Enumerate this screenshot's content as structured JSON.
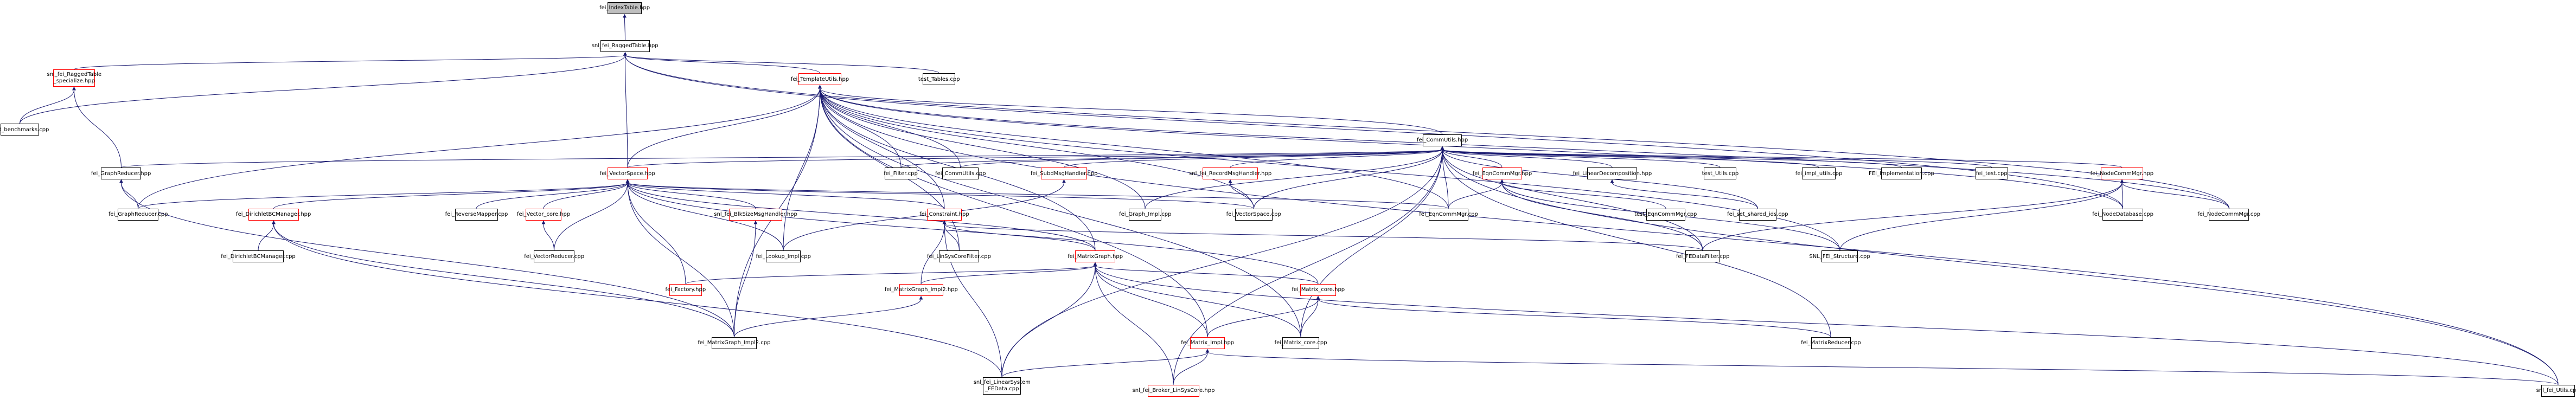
{
  "colors": {
    "edge": "#191970",
    "border_normal": "#000000",
    "border_truncated": "#ff0000",
    "root_fill": "#bfbfbf"
  },
  "nodes": [
    {
      "id": "n_root",
      "label": "fei_IndexTable.hpp",
      "kind": "root"
    },
    {
      "id": "n_snl_ragged",
      "label": "snl_fei_RaggedTable.hpp",
      "kind": "normal"
    },
    {
      "id": "n_snl_ragged_spec",
      "lines": [
        "snl_fei_RaggedTable",
        "_specialize.hpp"
      ],
      "kind": "truncated"
    },
    {
      "id": "n_test_tables",
      "label": "test_Tables.cpp",
      "kind": "normal"
    },
    {
      "id": "n_test_bench",
      "label": "test_benchmarks.cpp",
      "kind": "normal"
    },
    {
      "id": "n_template",
      "label": "fei_TemplateUtils.hpp",
      "kind": "truncated"
    },
    {
      "id": "n_commutils",
      "label": "fei_CommUtils.hpp",
      "kind": "normal"
    },
    {
      "id": "n_graphreducer_hpp",
      "label": "fei_GraphReducer.hpp",
      "kind": "normal"
    },
    {
      "id": "n_vectorspace_hpp",
      "label": "fei_VectorSpace.hpp",
      "kind": "truncated"
    },
    {
      "id": "n_filter",
      "label": "fei_Filter.cpp",
      "kind": "normal"
    },
    {
      "id": "n_commutils_cpp",
      "label": "fei_CommUtils.cpp",
      "kind": "normal"
    },
    {
      "id": "n_subdmsg",
      "label": "fei_SubdMsgHandler.hpp",
      "kind": "truncated"
    },
    {
      "id": "n_recordmsg",
      "label": "snl_fei_RecordMsgHandler.hpp",
      "kind": "truncated"
    },
    {
      "id": "n_eqncomm_hpp",
      "label": "fei_EqnCommMgr.hpp",
      "kind": "truncated"
    },
    {
      "id": "n_linear_decomp",
      "label": "fei_LinearDecomposition.hpp",
      "kind": "normal"
    },
    {
      "id": "n_test_utils",
      "label": "test_Utils.cpp",
      "kind": "normal"
    },
    {
      "id": "n_impl_utils",
      "label": "fei_impl_utils.cpp",
      "kind": "normal"
    },
    {
      "id": "n_fei_impl",
      "label": "FEI_Implementation.cpp",
      "kind": "normal"
    },
    {
      "id": "n_fei_test",
      "label": "fei_test.cpp",
      "kind": "normal"
    },
    {
      "id": "n_nodecomm_hpp",
      "label": "fei_NodeCommMgr.hpp",
      "kind": "truncated"
    },
    {
      "id": "n_graphreducer_cpp",
      "label": "fei_GraphReducer.cpp",
      "kind": "normal"
    },
    {
      "id": "n_dirichlet_hpp",
      "label": "fei_DirichletBCManager.hpp",
      "kind": "truncated"
    },
    {
      "id": "n_reversemapper",
      "label": "fei_ReverseMapper.cpp",
      "kind": "normal"
    },
    {
      "id": "n_vector_core",
      "label": "fei_Vector_core.hpp",
      "kind": "truncated"
    },
    {
      "id": "n_bcmsg",
      "label": "snl_fei_BlkSizeMsgHandler.hpp",
      "kind": "truncated"
    },
    {
      "id": "n_constraint",
      "label": "fei_Constraint.hpp",
      "kind": "truncated"
    },
    {
      "id": "n_graph_impl",
      "label": "fei_Graph_Impl.cpp",
      "kind": "normal"
    },
    {
      "id": "n_vectorspace_cpp",
      "label": "fei_VectorSpace.cpp",
      "kind": "normal"
    },
    {
      "id": "n_eqncomm_cpp",
      "label": "fei_EqnCommMgr.cpp",
      "kind": "normal"
    },
    {
      "id": "n_test_eqncomm",
      "label": "test_EqnCommMgr.cpp",
      "kind": "normal"
    },
    {
      "id": "n_set_shared",
      "label": "fei_set_shared_ids.cpp",
      "kind": "normal"
    },
    {
      "id": "n_nodedb",
      "label": "fei_NodeDatabase.cpp",
      "kind": "normal"
    },
    {
      "id": "n_nodecomm_cpp",
      "label": "fei_NodeCommMgr.cpp",
      "kind": "normal"
    },
    {
      "id": "n_dirichlet_cpp",
      "label": "fei_DirichletBCManager.cpp",
      "kind": "normal"
    },
    {
      "id": "n_vectorreducer",
      "label": "fei_VectorReducer.cpp",
      "kind": "normal"
    },
    {
      "id": "n_lookup_impl",
      "label": "fei_Lookup_Impl.cpp",
      "kind": "normal"
    },
    {
      "id": "n_linsyscore_filter",
      "label": "fei_LinSysCoreFilter.cpp",
      "kind": "normal"
    },
    {
      "id": "n_fedatafilter",
      "label": "fei_FEDataFilter.cpp",
      "kind": "normal"
    },
    {
      "id": "n_snl_fei_structure",
      "label": "SNL_FEI_Structure.cpp",
      "kind": "normal"
    },
    {
      "id": "n_matrixgraph_hpp",
      "label": "fei_MatrixGraph.hpp",
      "kind": "truncated"
    },
    {
      "id": "n_factory",
      "label": "fei_Factory.hpp",
      "kind": "truncated"
    },
    {
      "id": "n_matrixgraph_impl2_hpp",
      "label": "fei_MatrixGraph_Impl2.hpp",
      "kind": "truncated"
    },
    {
      "id": "n_matrix_core_hpp",
      "label": "fei_Matrix_core.hpp",
      "kind": "truncated"
    },
    {
      "id": "n_matrixgraph_impl2_cpp",
      "label": "fei_MatrixGraph_Impl2.cpp",
      "kind": "normal"
    },
    {
      "id": "n_matrix_impl",
      "label": "fei_Matrix_Impl.hpp",
      "kind": "truncated"
    },
    {
      "id": "n_matrix_core_cpp",
      "label": "fei_Matrix_core.cpp",
      "kind": "normal"
    },
    {
      "id": "n_matrixreducer",
      "label": "fei_MatrixReducer.cpp",
      "kind": "normal"
    },
    {
      "id": "n_linearsystem_fedata",
      "lines": [
        "snl_fei_LinearSystem",
        "_FEData.cpp"
      ],
      "kind": "normal"
    },
    {
      "id": "n_broker",
      "label": "snl_fei_Broker_LinSysCore.hpp",
      "kind": "truncated"
    },
    {
      "id": "n_snl_utils",
      "label": "snl_fei_Utils.cpp",
      "kind": "normal"
    }
  ]
}
